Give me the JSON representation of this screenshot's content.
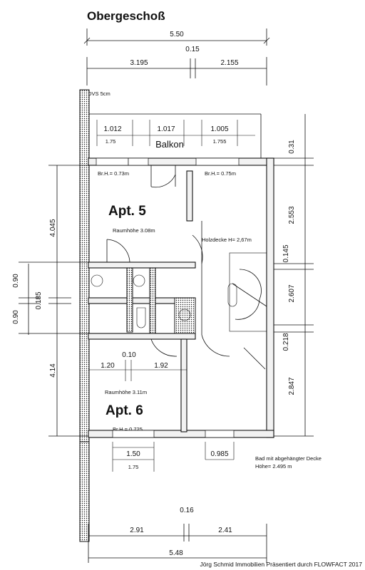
{
  "title": "Obergeschoß",
  "dims_top": {
    "total": "5.50",
    "gap": "0.15",
    "left": "3.195",
    "right": "2.155"
  },
  "wall_note": "WDVS 5cm",
  "balcony": {
    "label": "Balkon",
    "w1": "1.012",
    "w1b": "1.75",
    "w2": "1.017",
    "w3": "1.005",
    "w3b": "1.755"
  },
  "right_dims": {
    "d1": "0.31",
    "d2": "2.553",
    "d3": "0.145",
    "d4": "2.607",
    "d5": "0.218",
    "d6": "2.847"
  },
  "left_dims": {
    "d1": "4.045",
    "d2": "0.90",
    "d3": "0.185",
    "d4": "0.90",
    "d5": "4.14"
  },
  "apt5": {
    "label": "Apt. 5",
    "sill_left": "Br.H.= 0.73m",
    "sill_right": "Br.H.= 0.75m",
    "room_height": "Raumhöhe 3.08m",
    "ceiling": "Holzdecke H= 2,67m"
  },
  "apt6": {
    "label": "Apt. 6",
    "room_height": "Raumhöhe 3.11m",
    "sill": "Br.H.= 0.725",
    "w_left": "1.20",
    "w_gap": "0.10",
    "w_right": "1.92"
  },
  "bottom_windows": {
    "w1": "1.50",
    "w1b": "1.75",
    "w2": "0.985"
  },
  "bath_note_1": "Bad mit abgehängter Decke",
  "bath_note_2": "Höhe= 2.495 m",
  "dims_bottom": {
    "gap": "0.16",
    "left": "2.91",
    "right": "2.41",
    "total": "5.48"
  },
  "footer": "Jörg Schmid Immobilien Präsentiert durch FLOWFACT 2017"
}
